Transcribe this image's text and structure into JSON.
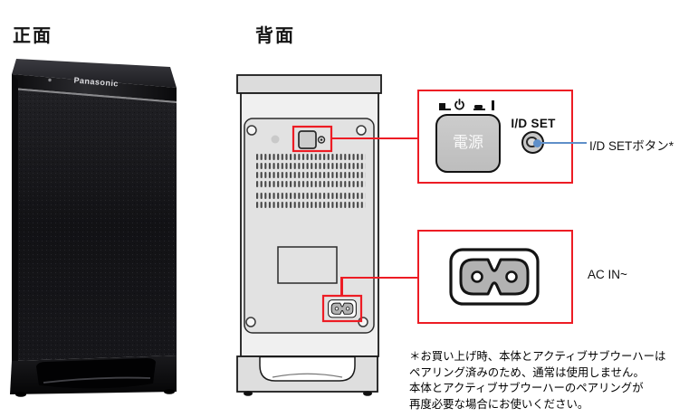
{
  "sections": {
    "front_label": "正面",
    "rear_label": "背面"
  },
  "front_photo": {
    "brand_logo": "Panasonic"
  },
  "power_callout": {
    "switch_button_label": "電源",
    "standby_symbol": "⏻",
    "on_symbol": "|",
    "id_set_button_label": "I/D SET",
    "id_set_annotation": "I/D SETボタン*"
  },
  "ac_callout": {
    "annotation": "AC IN~"
  },
  "footnote": {
    "line1": "＊お買い上げ時、本体とアクティブサブウーハーは",
    "line2": "ペアリング済みのため、通常は使用しません。",
    "line3": "本体とアクティブサブウーハーのペアリングが",
    "line4": "再度必要な場合にお使いください。"
  },
  "colors": {
    "callout_red": "#ed1c24",
    "callout_blue": "#5f8fc9"
  }
}
